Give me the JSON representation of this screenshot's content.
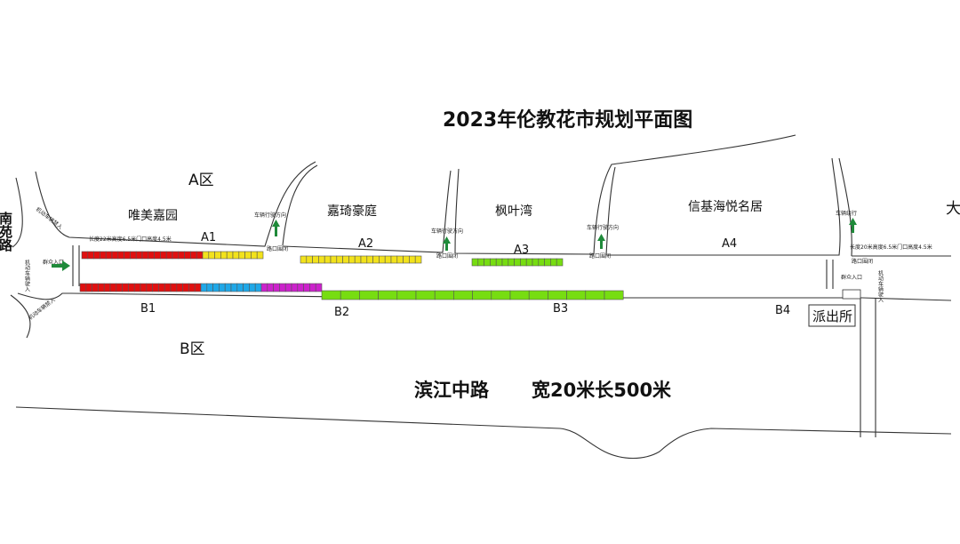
{
  "title": "2023年伦教花市规划平面图",
  "zones": {
    "a": "A区",
    "b": "B区"
  },
  "blocks": {
    "weimei": "唯美嘉园",
    "jiaqi": "嘉琦豪庭",
    "fengye": "枫叶湾",
    "xinji": "信基海悦名居"
  },
  "sections": {
    "a1": "A1",
    "a2": "A2",
    "a3": "A3",
    "a4": "A4",
    "b1": "B1",
    "b2": "B2",
    "b3": "B3",
    "b4": "B4"
  },
  "road": {
    "name": "滨江中路",
    "spec": "宽20米长500米"
  },
  "police_station": "派出所",
  "left_edge_road": "南苑路",
  "right_edge_glyph": "大",
  "notes": {
    "vehicle_direction": "车辆行驶方向",
    "vehicle_direction_short": "车辆绕行",
    "road_closed": "路口围闭",
    "public_entrance": "群众入口",
    "motor_vehicle_entry": "机动车辆驶入",
    "motor_vehicle_no_entry": "机动车辆禁入",
    "left_gate_spec": "长度22米高度6.5米门口高度4.5米",
    "right_gate_spec": "长度20米高度6.5米门口高度4.5米"
  },
  "colors": {
    "red": "#e01010",
    "yellow": "#f2e21c",
    "cyan": "#1fa8e8",
    "magenta": "#cc22cc",
    "green": "#77dd11",
    "arrow_green": "#1f8a3a"
  },
  "stall_rows": [
    {
      "id": "A1",
      "segments": [
        {
          "color": "red",
          "count": 20
        },
        {
          "color": "yellow",
          "count": 10
        }
      ]
    },
    {
      "id": "A2",
      "segments": [
        {
          "color": "yellow",
          "count": 20
        }
      ]
    },
    {
      "id": "A3",
      "segments": [
        {
          "color": "green",
          "count": 15
        }
      ]
    },
    {
      "id": "B1",
      "segments": [
        {
          "color": "red",
          "count": 20
        },
        {
          "color": "cyan",
          "count": 10
        },
        {
          "color": "magenta",
          "count": 10
        }
      ]
    },
    {
      "id": "B2-B3",
      "segments": [
        {
          "color": "green",
          "count": 16
        }
      ]
    }
  ]
}
